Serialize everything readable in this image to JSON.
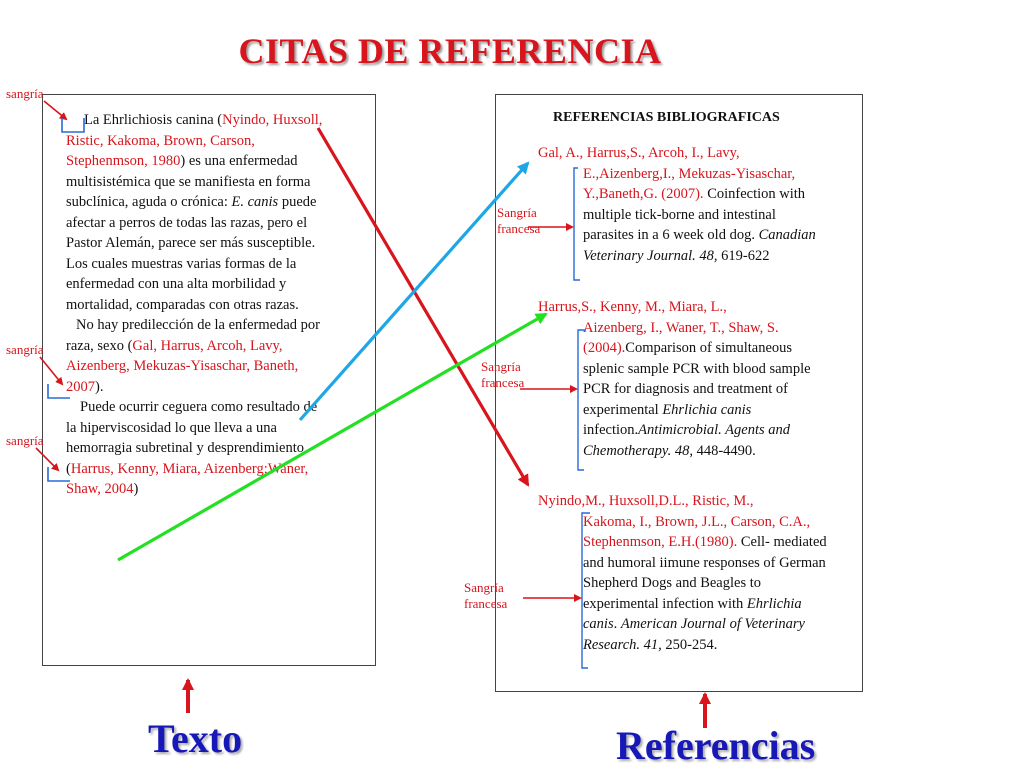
{
  "title": "CITAS DE REFERENCIA",
  "left_box": {
    "p1_pre": "La Ehrlichiosis canina (",
    "p1_cite": "Nyindo, Huxsoll, Ristic, Kakoma, Brown, Carson, Stephenmson, 1980",
    "p1_post_a": ") es una enfermedad multisistémica que se manifiesta en forma subclínica, aguda o crónica: ",
    "p1_italic": "E. canis",
    "p1_post_b": " puede afectar a perros de todas las razas, pero el Pastor Alemán, parece ser más susceptible. Los cuales muestras  varias formas de la enfermedad con una alta morbilidad y mortalidad, comparadas con otras razas.",
    "p2_pre": "No hay predilección de la enfermedad por raza, sexo (",
    "p2_cite": "Gal, Harrus, Arcoh, Lavy, Aizenberg, Mekuzas-Yisaschar, Baneth, 2007",
    "p2_post": ").",
    "p3_pre": "Puede ocurrir ceguera como resultado de la hiperviscosidad lo que lleva a una hemorragia subretinal y desprendimiento (",
    "p3_cite": "Harrus, Kenny, Miara, Aizenberg;Waner, Shaw, 2004",
    "p3_post": ")"
  },
  "labels": {
    "sangria": "sangría",
    "sangria_francesa_1": "Sangría",
    "sangria_francesa_2": "francesa"
  },
  "right_box": {
    "heading": "REFERENCIAS BIBLIOGRAFICAS",
    "ref1": {
      "authors_first": "Gal, A.,  Harrus,S., Arcoh, I., Lavy,",
      "authors_rest": "E.,Aizenberg,I., Mekuzas-Yisaschar, Y.,Baneth,G. (2007).",
      "title": " Coinfection with multiple tick-borne and intestinal parasites in a 6 week old dog. ",
      "journal": "Canadian Veterinary Journal. 48,",
      "pages": " 619-622"
    },
    "ref2": {
      "authors_first": "Harrus,S., Kenny, M., Miara, L.,",
      "authors_rest": "Aizenberg, I., Waner, T., Shaw, S. (2004).",
      "title_a": "Comparison of simultaneous splenic sample PCR with blood sample PCR for diagnosis and treatment of experimental ",
      "title_italic": "Ehrlichia canis",
      "title_b": " infection.",
      "journal": "Antimicrobial. Agents and Chemotherapy. 48,",
      "pages": " 448-4490."
    },
    "ref3": {
      "authors_first": "Nyindo,M., Huxsoll,D.L., Ristic, M.,",
      "authors_rest": "Kakoma, I., Brown, J.L.,  Carson, C.A., Stephenmson, E.H.(1980).",
      "title_a": " Cell- mediated and humoral iimune responses  of German Shepherd Dogs  and Beagles to experimental infection with ",
      "title_italic": "Ehrlichia canis",
      "title_b": ". ",
      "journal": "American Journal of Veterinary Research. 41,",
      "pages": " 250-254."
    }
  },
  "bottom": {
    "texto": "Texto",
    "referencias": "Referencias"
  },
  "colors": {
    "red": "#d8141c",
    "blue": "#1ea6e6",
    "green": "#22e022",
    "navy": "#1818b8"
  }
}
